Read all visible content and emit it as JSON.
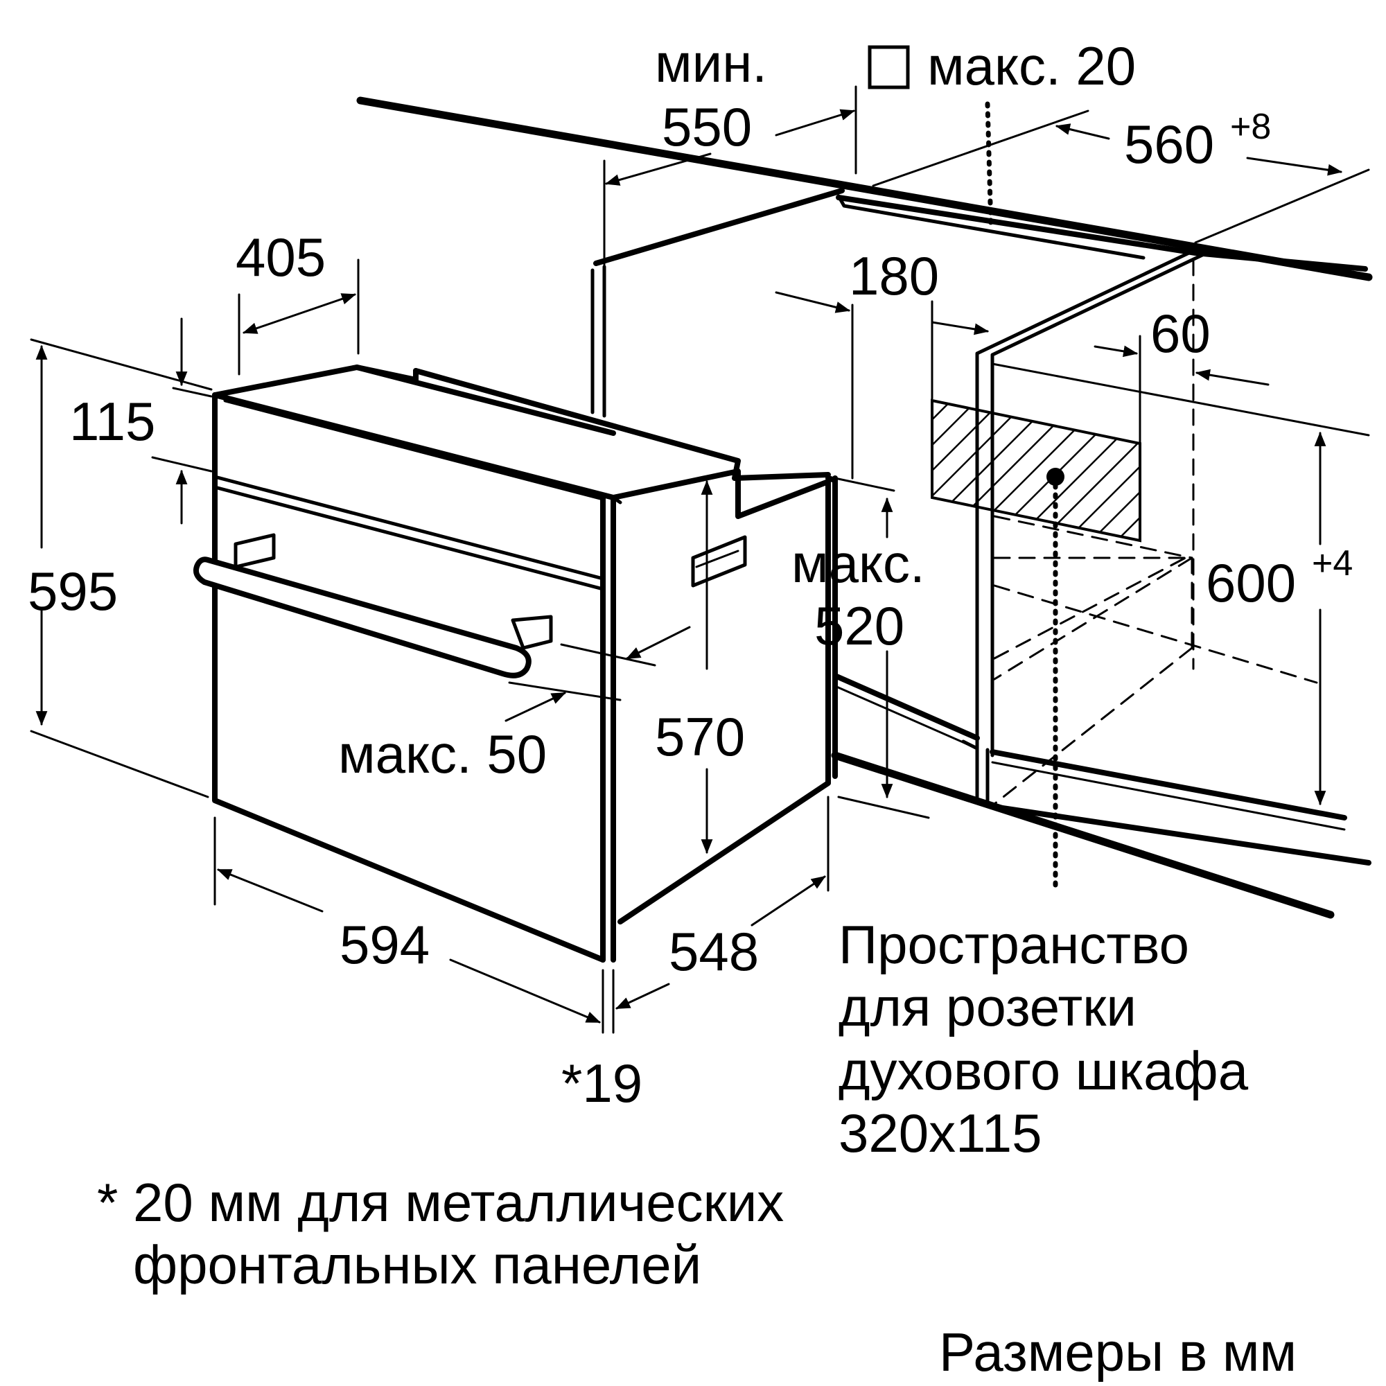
{
  "dimensions": {
    "min_label": "мин.",
    "d550": "550",
    "max20": "макс. 20",
    "d560": "560",
    "d560_tol": "+8",
    "d405": "405",
    "d180": "180",
    "d60": "60",
    "d115": "115",
    "d595": "595",
    "max_label": "макс.",
    "d520": "520",
    "d600": "600",
    "d600_tol": "+4",
    "max50": "макс. 50",
    "d570": "570",
    "d594": "594",
    "d548": "548",
    "d19": "*19"
  },
  "socket_note": {
    "line1": "Пространство",
    "line2": "для розетки",
    "line3": "духового шкафа",
    "line4": "320x115"
  },
  "footnote": {
    "line1": "* 20 мм для металлических",
    "line2": "фронтальных панелей"
  },
  "units_note": "Размеры в мм"
}
